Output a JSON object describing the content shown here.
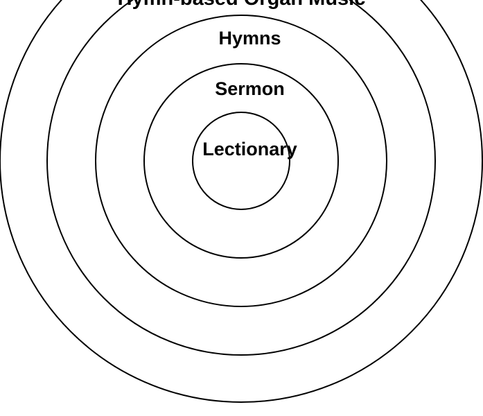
{
  "diagram": {
    "rings": [
      {
        "label": "Lectionary"
      },
      {
        "label": "Sermon"
      },
      {
        "label": "Hymns"
      },
      {
        "label": "Hymn-based Organ Music"
      },
      {
        "label": ""
      }
    ],
    "stroke_color": "#000000"
  }
}
